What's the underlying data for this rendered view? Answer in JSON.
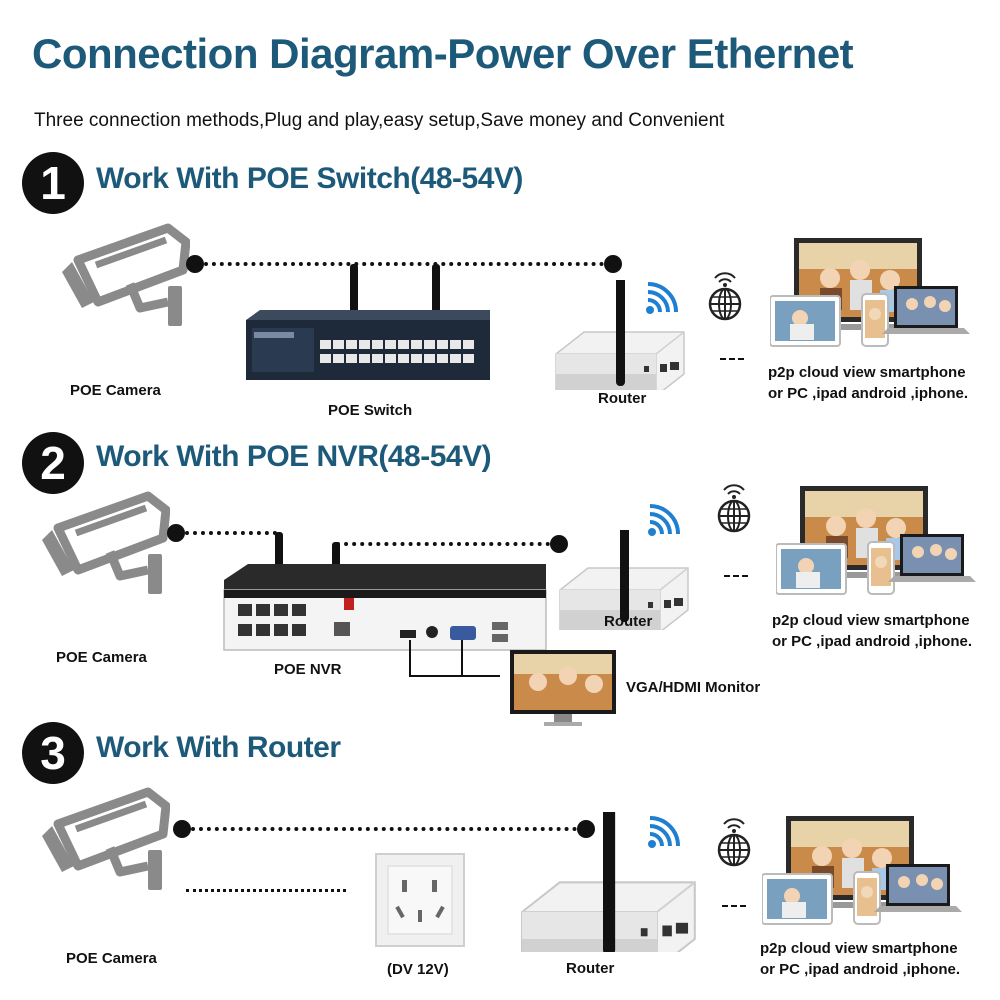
{
  "title": "Connection Diagram-Power Over Ethernet",
  "subtitle": "Three connection methods,Plug and play,easy setup,Save money and Convenient",
  "sections": [
    {
      "number": "1",
      "heading": "Work With POE Switch(48-54V)",
      "camera_label": "POE Camera",
      "device_label": "POE Switch",
      "router_label": "Router",
      "view_text_1": "p2p cloud view smartphone",
      "view_text_2": "or PC ,ipad android ,iphone."
    },
    {
      "number": "2",
      "heading": "Work With POE NVR(48-54V)",
      "camera_label": "POE Camera",
      "device_label": "POE NVR",
      "router_label": "Router",
      "monitor_label": "VGA/HDMI Monitor",
      "view_text_1": "p2p cloud view smartphone",
      "view_text_2": "or PC ,ipad android ,iphone."
    },
    {
      "number": "3",
      "heading": "Work With Router",
      "camera_label": "POE Camera",
      "device_label": "(DV 12V)",
      "router_label": "Router",
      "view_text_1": "p2p cloud view smartphone",
      "view_text_2": "or PC ,ipad android ,iphone."
    }
  ],
  "icons": {
    "camera": "cctv-camera-icon",
    "wifi": "wifi-icon",
    "globe": "globe-icon"
  },
  "colors": {
    "heading": "#1d5a7a",
    "icon_gray": "#8a8a8a",
    "wifi_blue": "#1f7fd1"
  }
}
